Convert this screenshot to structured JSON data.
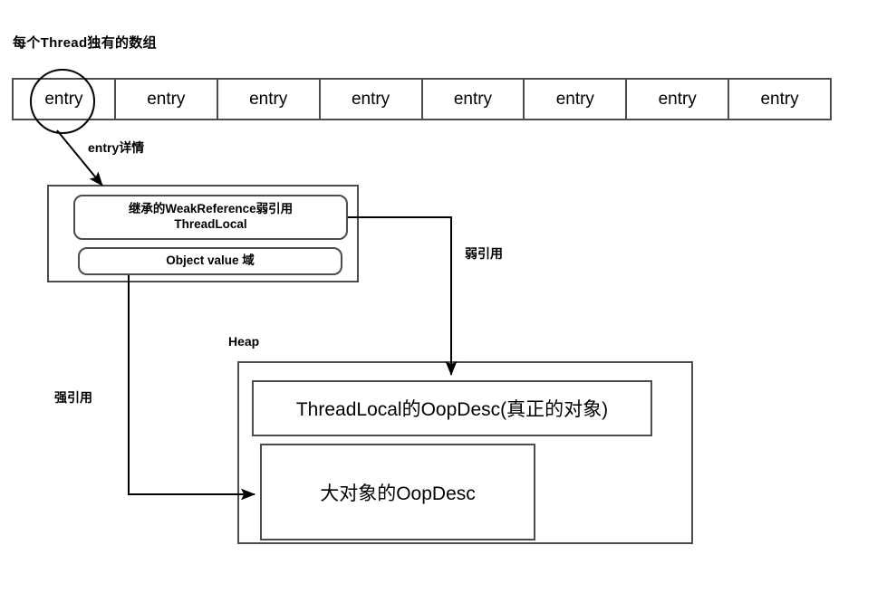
{
  "diagram": {
    "title": "每个Thread独有的数组",
    "array": {
      "name": "thread-local-entry-array",
      "cells": [
        "entry",
        "entry",
        "entry",
        "entry",
        "entry",
        "entry",
        "entry",
        "entry"
      ],
      "highlighted_index": 0
    },
    "labels": {
      "entry_detail": "entry详情",
      "weak_reference": "弱引用",
      "strong_reference": "强引用",
      "heap": "Heap"
    },
    "entry_detail_box": {
      "key_field": "继承的WeakReference弱引用\nThreadLocal",
      "key_field_line1": "继承的WeakReference弱引用",
      "key_field_line2": "ThreadLocal",
      "value_field": "Object value 域"
    },
    "heap_objects": [
      {
        "label": "ThreadLocal的OopDesc(真正的对象)"
      },
      {
        "label": "大对象的OopDesc"
      }
    ],
    "colors": {
      "stroke": "#4c4c4c",
      "arrow": "#000000",
      "background": "#ffffff",
      "text": "#000000"
    }
  }
}
